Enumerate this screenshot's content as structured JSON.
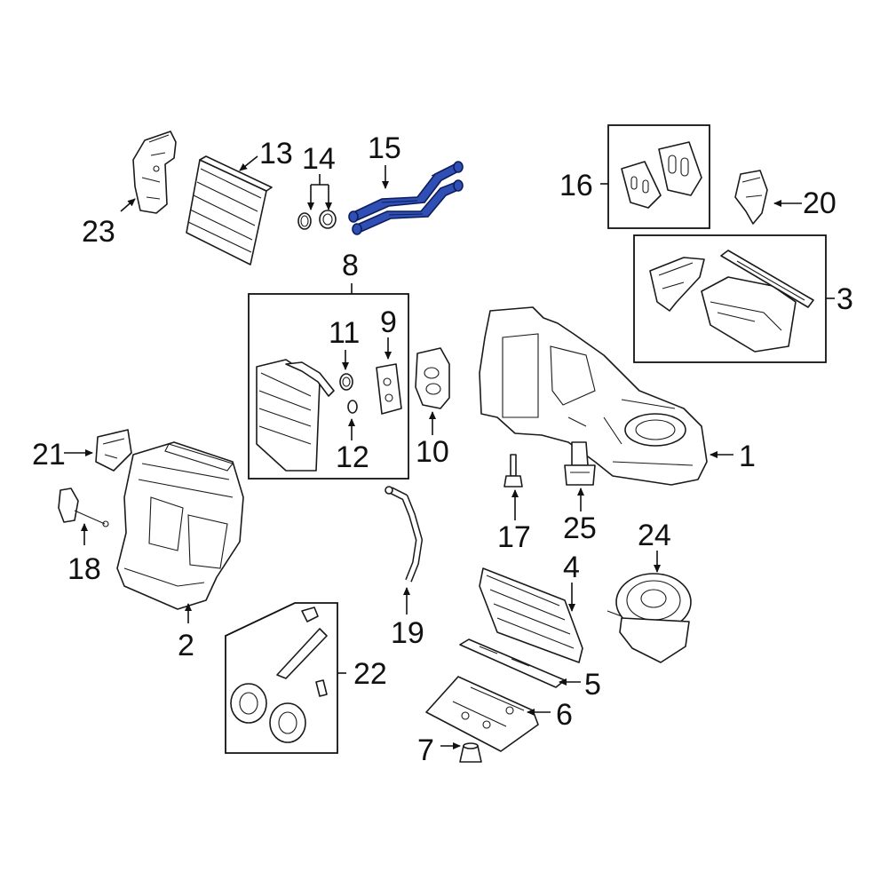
{
  "diagram": {
    "highlight_color": "#2f4fb4",
    "line_color": "#111111",
    "background": "#ffffff",
    "callouts": {
      "c1": "1",
      "c2": "2",
      "c3": "3",
      "c4": "4",
      "c5": "5",
      "c6": "6",
      "c7": "7",
      "c8": "8",
      "c9": "9",
      "c10": "10",
      "c11": "11",
      "c12": "12",
      "c13": "13",
      "c14": "14",
      "c15": "15",
      "c16": "16",
      "c17": "17",
      "c18": "18",
      "c19": "19",
      "c20": "20",
      "c21": "21",
      "c22": "22",
      "c23": "23",
      "c24": "24",
      "c25": "25"
    }
  }
}
